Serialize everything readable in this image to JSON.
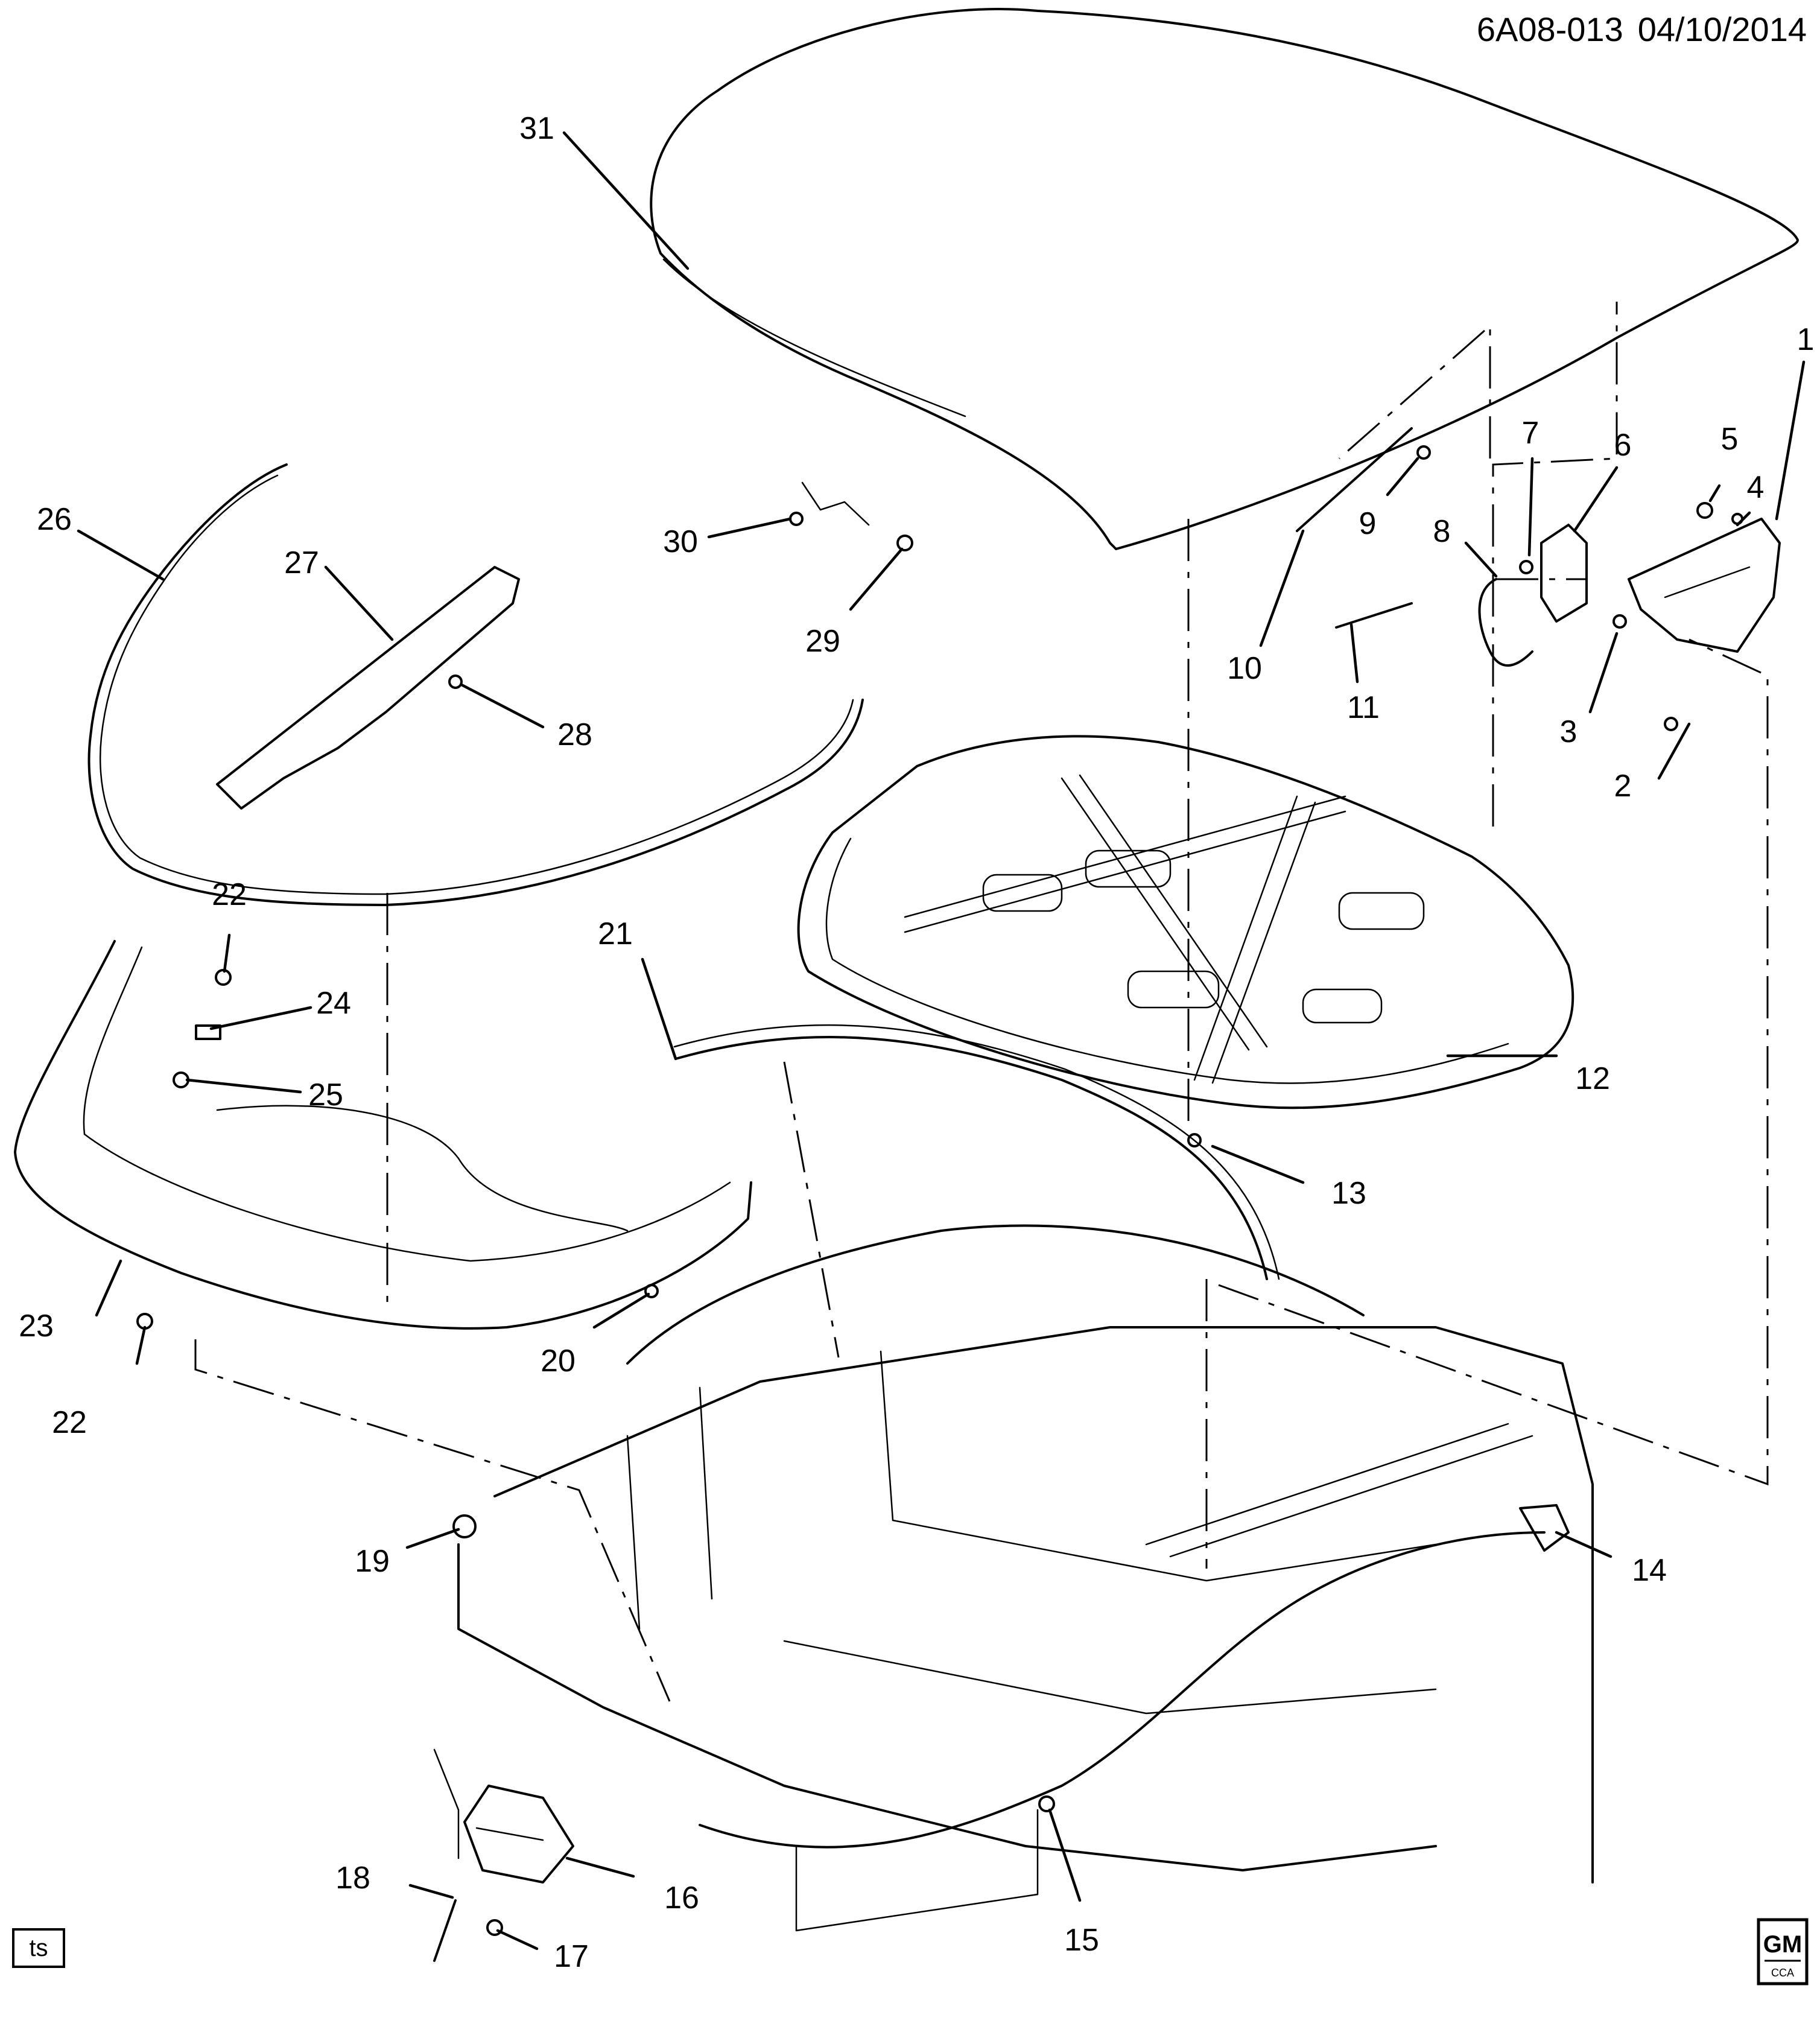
{
  "header": {
    "code": "6A08-013",
    "date": "04/10/2014"
  },
  "badge": {
    "text": "ts"
  },
  "logo": {
    "mark": "GM",
    "sub": "CCA"
  },
  "callouts": [
    "1",
    "2",
    "3",
    "4",
    "5",
    "6",
    "7",
    "8",
    "9",
    "10",
    "11",
    "12",
    "13",
    "14",
    "15",
    "16",
    "17",
    "18",
    "19",
    "20",
    "21",
    "22",
    "22",
    "23",
    "24",
    "25",
    "26",
    "27",
    "28",
    "29",
    "30",
    "31"
  ]
}
